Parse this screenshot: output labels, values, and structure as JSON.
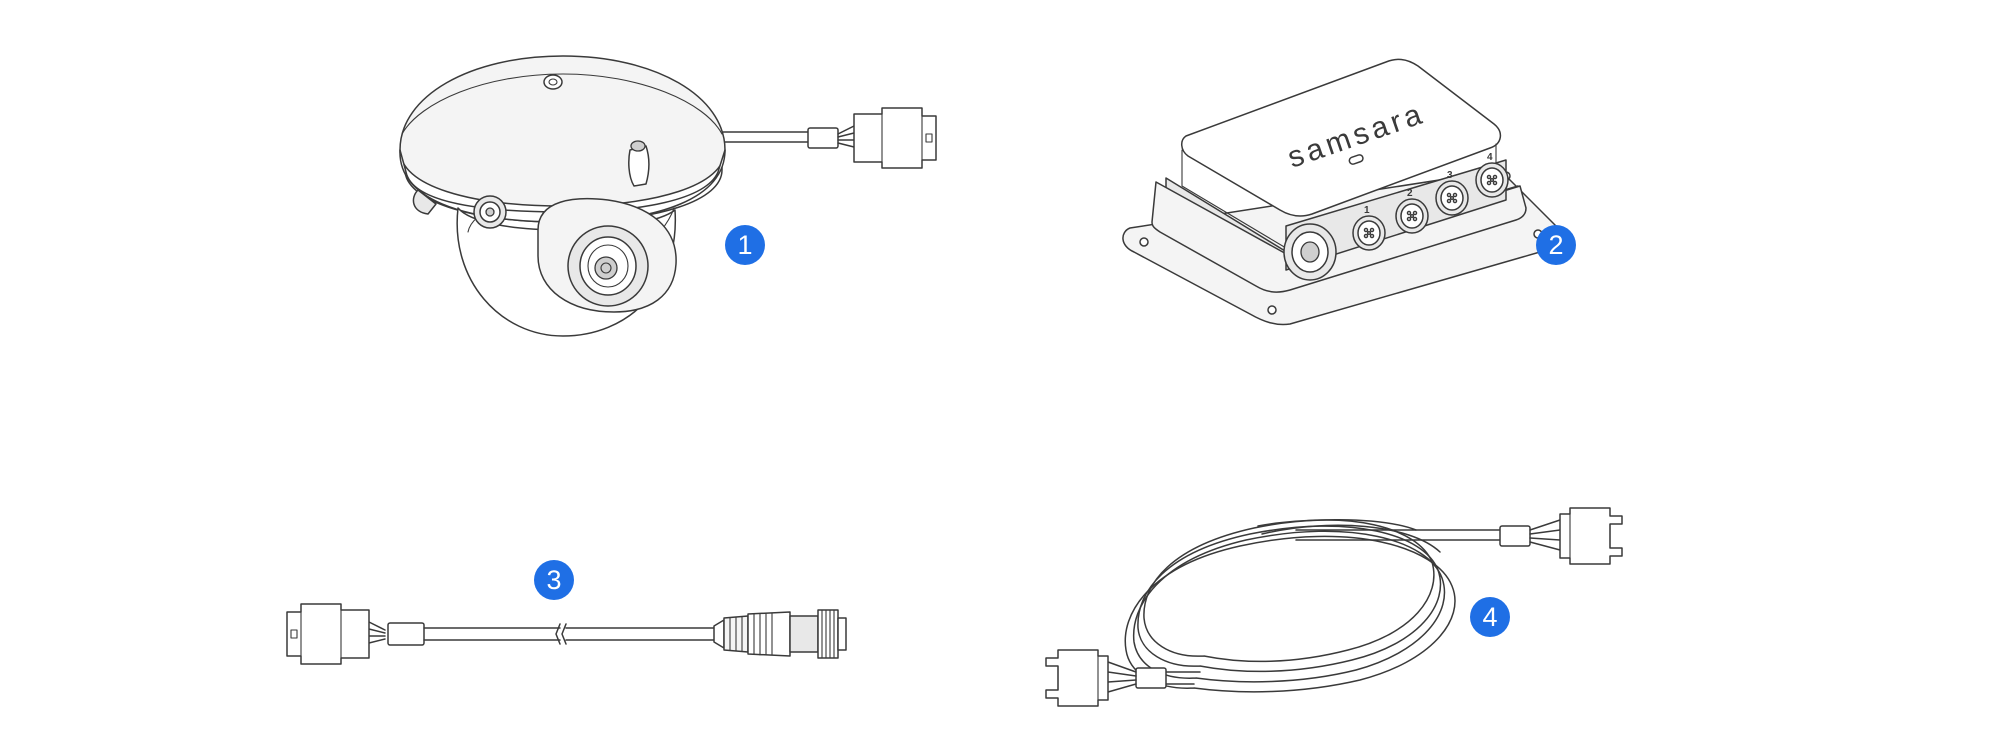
{
  "device": {
    "brand": "samsara",
    "port_labels": [
      "1",
      "2",
      "3",
      "4"
    ]
  },
  "callouts": [
    {
      "id": "camera",
      "number": "1"
    },
    {
      "id": "gateway",
      "number": "2"
    },
    {
      "id": "extension-cable",
      "number": "3"
    },
    {
      "id": "coiled-cable",
      "number": "4"
    }
  ],
  "colors": {
    "badge": "#1f6fe5",
    "badge_text": "#ffffff",
    "line": "#3a3a3a"
  }
}
